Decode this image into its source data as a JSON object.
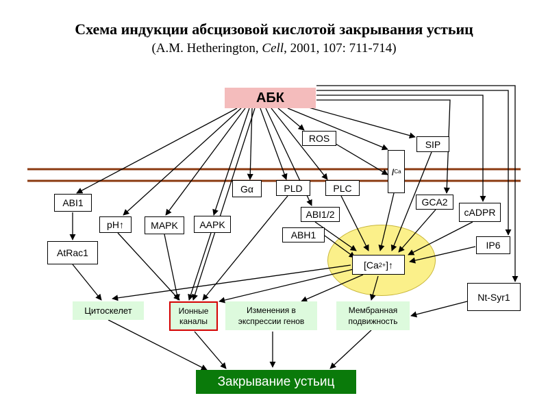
{
  "title": "Схема индукции абсцизовой кислотой закрывания устьиц",
  "subtitle": {
    "author": "(A.M. Hetherington,",
    "journal": "Cell",
    "ref": ", 2001, 107: 711-714)"
  },
  "nodes": {
    "abk": "АБК",
    "ros": "ROS",
    "sip": "SIP",
    "ica_letter": "I",
    "ica_sub": "Ca",
    "abi1": "ABI1",
    "atrac1": "AtRac1",
    "ph": "pH",
    "ph_arrow": "↑",
    "mapk": "MAPK",
    "aapk": "AAPK",
    "galpha": "Gα",
    "pld": "PLD",
    "plc": "PLC",
    "abi12": "ABI1/2",
    "abh1": "ABH1",
    "gca2": "GCA2",
    "cadpr": "cADPR",
    "ip6": "IP6",
    "ntsyr1": "Nt-Syr1",
    "ca_open": "[Ca",
    "ca_sup": "2+",
    "ca_close": "]",
    "ca_arrow": "↑"
  },
  "outputs": {
    "cytoskeleton": "Цитоскелет",
    "ion_channels": "Ионные каналы",
    "gene_expression": "Изменения в экспрессии генов",
    "membrane_mobility": "Мембранная подвижность"
  },
  "final": "Закрывание устьиц",
  "colors": {
    "membrane": "#8b3a10",
    "abk_fill": "#f4bcbc",
    "output_fill": "#ddfadd",
    "highlight_border": "#d40000",
    "final_fill": "#0a7a0a",
    "calcium_fill": "#fbf08a"
  }
}
